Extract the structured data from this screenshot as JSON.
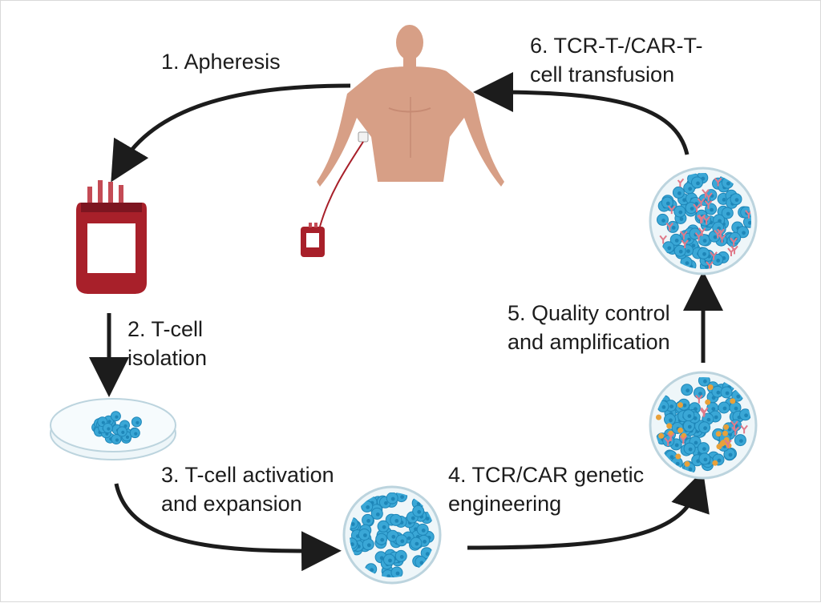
{
  "steps": [
    {
      "number": "1.",
      "lines": [
        "Apheresis"
      ]
    },
    {
      "number": "2.",
      "lines": [
        "T-cell",
        "isolation"
      ]
    },
    {
      "number": "3.",
      "lines": [
        "T-cell activation",
        "and expansion"
      ]
    },
    {
      "number": "4.",
      "lines": [
        "TCR/CAR genetic",
        "engineering"
      ]
    },
    {
      "number": "5.",
      "lines": [
        "Quality control",
        "and amplification"
      ]
    },
    {
      "number": "6.",
      "lines": [
        "TCR-T-/CAR-T-",
        "cell transfusion"
      ]
    }
  ],
  "labels": {
    "step1_l1": "1. Apheresis",
    "step2_l1": "2. T-cell",
    "step2_l2": "isolation",
    "step3_l1": "3. T-cell activation",
    "step3_l2": "and expansion",
    "step4_l1": "4. TCR/CAR genetic",
    "step4_l2": "engineering",
    "step5_l1": "5. Quality control",
    "step5_l2": "and amplification",
    "step6_l1": "6. TCR-T-/CAR-T-",
    "step6_l2": "cell transfusion"
  },
  "colors": {
    "arrow": "#1c1c1c",
    "skin": "#d79f86",
    "skin_shade": "#c68a73",
    "blood": "#a8202a",
    "blood_dark": "#7d1520",
    "cell": "#3aa7d6",
    "cell_dark": "#1e86b8",
    "car_receptor": "#e07a8a",
    "vector": "#e8a13a",
    "dish_rim": "#bcd4de",
    "dish_fill": "#eef6f9"
  },
  "icons": [
    "human-body-icon",
    "blood-bag-icon",
    "petri-dish-icon"
  ]
}
